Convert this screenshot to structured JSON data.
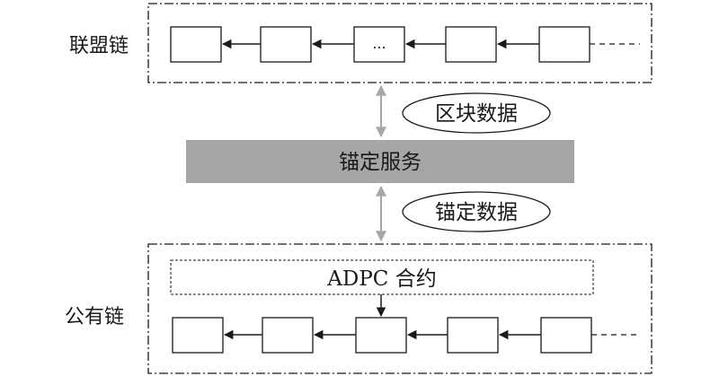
{
  "consortium_chain": {
    "label": "联盟链",
    "blocks": [
      "",
      "",
      "...",
      "",
      ""
    ]
  },
  "block_data_label": "区块数据",
  "anchor_service_label": "锚定服务",
  "anchor_data_label": "锚定数据",
  "public_chain": {
    "label": "公有链",
    "contract_label": "ADPC 合约",
    "blocks": [
      "",
      "",
      "",
      "",
      ""
    ]
  },
  "colors": {
    "service_bar": "#a6a6a6",
    "vertical_arrow": "#a6a6a6",
    "line": "#1a1a1a"
  }
}
